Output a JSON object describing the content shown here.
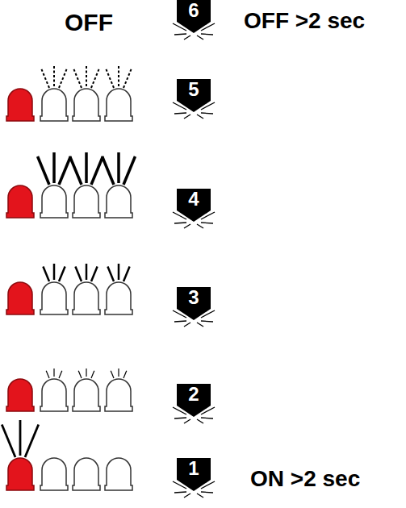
{
  "diagram": {
    "nodes": [
      {
        "text": [
          "6"
        ]
      },
      {
        "text": [
          "5"
        ]
      },
      {
        "text": [
          "4"
        ]
      },
      {
        "text": [
          "3"
        ]
      },
      {
        "text": [
          "2"
        ]
      },
      {
        "text": [
          "1"
        ]
      }
    ],
    "labels": [
      "OFF",
      "OFF >2 sec",
      "ON >2 sec"
    ]
  }
}
